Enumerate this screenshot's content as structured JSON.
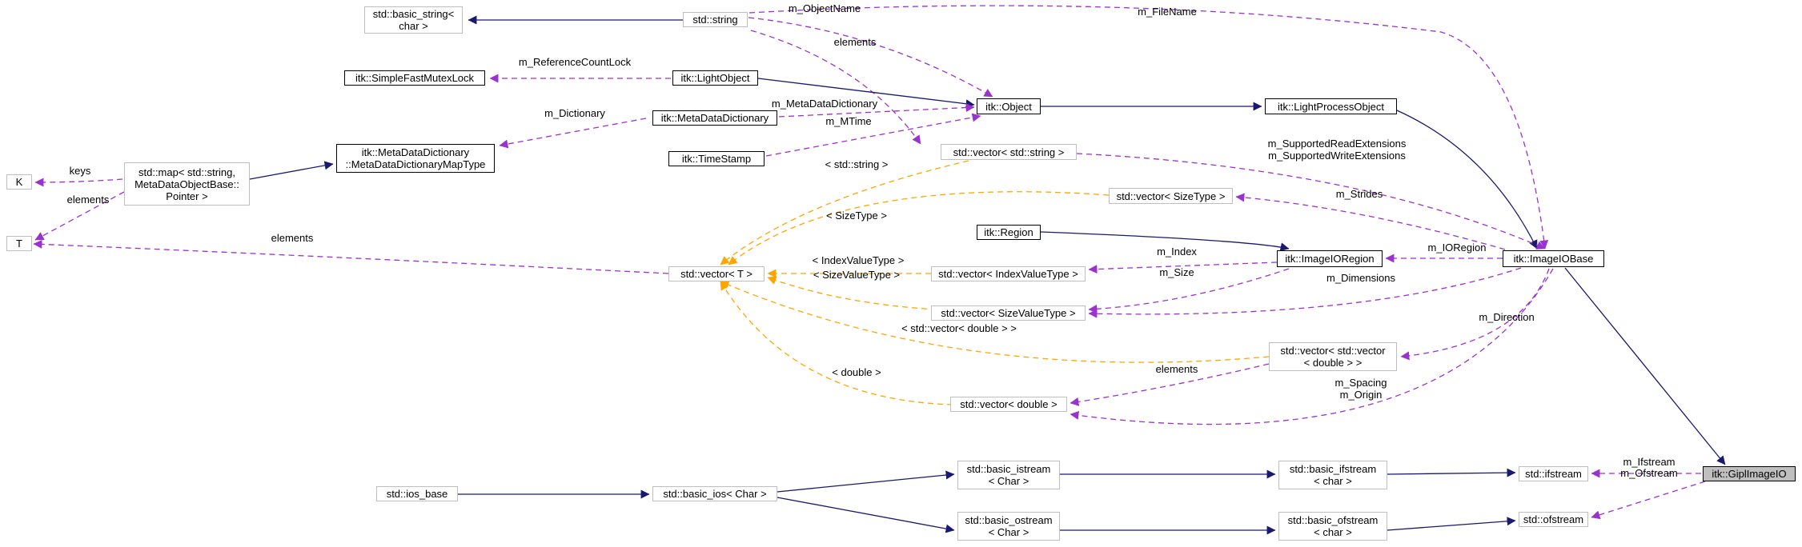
{
  "colors": {
    "inheritance": "#191970",
    "usage": "#9a32cd",
    "template": "#ffa500",
    "documented_border": "#000000",
    "undocumented_border": "#bfbfbf",
    "focus_fill": "#bfbfbf"
  },
  "nodes": [
    {
      "id": "basic_string_char",
      "lines": [
        "std::basic_string<",
        "char >"
      ],
      "style": "undocumented"
    },
    {
      "id": "std_string",
      "lines": [
        "std::string"
      ],
      "style": "undocumented"
    },
    {
      "id": "simple_fast_mutex_lock",
      "lines": [
        "itk::SimpleFastMutexLock"
      ],
      "style": "documented"
    },
    {
      "id": "light_object",
      "lines": [
        "itk::LightObject"
      ],
      "style": "documented"
    },
    {
      "id": "mdd_map_type",
      "lines": [
        "itk::MetaDataDictionary",
        "::MetaDataDictionaryMapType"
      ],
      "style": "documented"
    },
    {
      "id": "meta_data_dictionary",
      "lines": [
        "itk::MetaDataDictionary"
      ],
      "style": "documented"
    },
    {
      "id": "object",
      "lines": [
        "itk::Object"
      ],
      "style": "documented"
    },
    {
      "id": "light_process_object",
      "lines": [
        "itk::LightProcessObject"
      ],
      "style": "documented"
    },
    {
      "id": "K",
      "lines": [
        "K"
      ],
      "style": "undocumented"
    },
    {
      "id": "std_map",
      "lines": [
        "std::map< std::string,",
        "MetaDataObjectBase::",
        "Pointer >"
      ],
      "style": "undocumented"
    },
    {
      "id": "time_stamp",
      "lines": [
        "itk::TimeStamp"
      ],
      "style": "documented"
    },
    {
      "id": "vector_string",
      "lines": [
        "std::vector< std::string >"
      ],
      "style": "undocumented"
    },
    {
      "id": "vector_sizetype",
      "lines": [
        "std::vector< SizeType >"
      ],
      "style": "undocumented"
    },
    {
      "id": "T",
      "lines": [
        "T"
      ],
      "style": "undocumented"
    },
    {
      "id": "region",
      "lines": [
        "itk::Region"
      ],
      "style": "documented"
    },
    {
      "id": "vector_T",
      "lines": [
        "std::vector< T >"
      ],
      "style": "undocumented"
    },
    {
      "id": "vector_indexvaluetype",
      "lines": [
        "std::vector< IndexValueType >"
      ],
      "style": "undocumented"
    },
    {
      "id": "image_io_region",
      "lines": [
        "itk::ImageIORegion"
      ],
      "style": "documented"
    },
    {
      "id": "image_io_base",
      "lines": [
        "itk::ImageIOBase"
      ],
      "style": "documented"
    },
    {
      "id": "vector_sizevaluetype",
      "lines": [
        "std::vector< SizeValueType >"
      ],
      "style": "undocumented"
    },
    {
      "id": "vector_vector_double",
      "lines": [
        "std::vector< std::vector",
        "< double > >"
      ],
      "style": "undocumented"
    },
    {
      "id": "vector_double",
      "lines": [
        "std::vector< double >"
      ],
      "style": "undocumented"
    },
    {
      "id": "ios_base",
      "lines": [
        "std::ios_base"
      ],
      "style": "undocumented"
    },
    {
      "id": "basic_ios_char",
      "lines": [
        "std::basic_ios< Char >"
      ],
      "style": "undocumented"
    },
    {
      "id": "basic_istream_char",
      "lines": [
        "std::basic_istream",
        "< Char >"
      ],
      "style": "undocumented"
    },
    {
      "id": "basic_ifstream_char",
      "lines": [
        "std::basic_ifstream",
        "< char >"
      ],
      "style": "undocumented"
    },
    {
      "id": "ifstream",
      "lines": [
        "std::ifstream"
      ],
      "style": "undocumented"
    },
    {
      "id": "gipl_image_io",
      "lines": [
        "itk::GiplImageIO"
      ],
      "style": "focus"
    },
    {
      "id": "basic_ostream_char",
      "lines": [
        "std::basic_ostream",
        "< Char >"
      ],
      "style": "undocumented"
    },
    {
      "id": "basic_ofstream_char",
      "lines": [
        "std::basic_ofstream",
        "< char >"
      ],
      "style": "undocumented"
    },
    {
      "id": "ofstream",
      "lines": [
        "std::ofstream"
      ],
      "style": "undocumented"
    }
  ],
  "edges": [
    {
      "from": "basic_string_char",
      "to": "std_string",
      "kind": "inheritance",
      "label": []
    },
    {
      "from": "std_string",
      "to": "object",
      "kind": "usage",
      "label": [
        "m_ObjectName"
      ]
    },
    {
      "from": "std_string",
      "to": "image_io_base",
      "kind": "usage",
      "label": [
        "m_FileName"
      ]
    },
    {
      "from": "std_string",
      "to": "vector_string",
      "kind": "usage",
      "label": [
        "elements"
      ]
    },
    {
      "from": "simple_fast_mutex_lock",
      "to": "light_object",
      "kind": "usage",
      "label": [
        "m_ReferenceCountLock"
      ]
    },
    {
      "from": "light_object",
      "to": "object",
      "kind": "inheritance",
      "label": []
    },
    {
      "from": "mdd_map_type",
      "to": "meta_data_dictionary",
      "kind": "usage",
      "label": [
        "m_Dictionary"
      ]
    },
    {
      "from": "std_map",
      "to": "mdd_map_type",
      "kind": "inheritance",
      "label": []
    },
    {
      "from": "meta_data_dictionary",
      "to": "object",
      "kind": "usage",
      "label": [
        "m_MetaDataDictionary"
      ]
    },
    {
      "from": "time_stamp",
      "to": "object",
      "kind": "usage",
      "label": [
        "m_MTime"
      ]
    },
    {
      "from": "object",
      "to": "light_process_object",
      "kind": "inheritance",
      "label": []
    },
    {
      "from": "light_process_object",
      "to": "image_io_base",
      "kind": "inheritance",
      "label": []
    },
    {
      "from": "K",
      "to": "std_map",
      "kind": "usage",
      "label": [
        "keys"
      ]
    },
    {
      "from": "T",
      "to": "std_map",
      "kind": "usage",
      "label": [
        "elements"
      ]
    },
    {
      "from": "T",
      "to": "vector_T",
      "kind": "usage",
      "label": [
        "elements"
      ]
    },
    {
      "from": "vector_T",
      "to": "vector_string",
      "kind": "template",
      "label": [
        "< std::string >"
      ]
    },
    {
      "from": "vector_T",
      "to": "vector_sizetype",
      "kind": "template",
      "label": [
        "< SizeType >"
      ]
    },
    {
      "from": "vector_T",
      "to": "vector_indexvaluetype",
      "kind": "template",
      "label": [
        "< IndexValueType >"
      ]
    },
    {
      "from": "vector_T",
      "to": "vector_sizevaluetype",
      "kind": "template",
      "label": [
        "< SizeValueType >"
      ]
    },
    {
      "from": "vector_T",
      "to": "vector_vector_double",
      "kind": "template",
      "label": [
        "< std::vector< double > >"
      ]
    },
    {
      "from": "vector_T",
      "to": "vector_double",
      "kind": "template",
      "label": [
        "< double >"
      ]
    },
    {
      "from": "vector_string",
      "to": "image_io_base",
      "kind": "usage",
      "label": [
        "m_SupportedReadExtensions",
        "m_SupportedWriteExtensions"
      ]
    },
    {
      "from": "vector_sizetype",
      "to": "image_io_base",
      "kind": "usage",
      "label": [
        "m_Strides"
      ]
    },
    {
      "from": "region",
      "to": "image_io_region",
      "kind": "inheritance",
      "label": []
    },
    {
      "from": "vector_indexvaluetype",
      "to": "image_io_region",
      "kind": "usage",
      "label": [
        "m_Index"
      ]
    },
    {
      "from": "vector_sizevaluetype",
      "to": "image_io_region",
      "kind": "usage",
      "label": [
        "m_Size"
      ]
    },
    {
      "from": "image_io_region",
      "to": "image_io_base",
      "kind": "usage",
      "label": [
        "m_IORegion"
      ]
    },
    {
      "from": "vector_sizevaluetype",
      "to": "image_io_base",
      "kind": "usage",
      "label": [
        "m_Dimensions"
      ]
    },
    {
      "from": "vector_vector_double",
      "to": "image_io_base",
      "kind": "usage",
      "label": [
        "m_Direction"
      ]
    },
    {
      "from": "vector_double",
      "to": "vector_vector_double",
      "kind": "usage",
      "label": [
        "elements"
      ]
    },
    {
      "from": "vector_double",
      "to": "image_io_base",
      "kind": "usage",
      "label": [
        "m_Spacing",
        "m_Origin"
      ]
    },
    {
      "from": "image_io_base",
      "to": "gipl_image_io",
      "kind": "inheritance",
      "label": []
    },
    {
      "from": "ios_base",
      "to": "basic_ios_char",
      "kind": "inheritance",
      "label": []
    },
    {
      "from": "basic_ios_char",
      "to": "basic_istream_char",
      "kind": "inheritance",
      "label": []
    },
    {
      "from": "basic_ios_char",
      "to": "basic_ostream_char",
      "kind": "inheritance",
      "label": []
    },
    {
      "from": "basic_istream_char",
      "to": "basic_ifstream_char",
      "kind": "inheritance",
      "label": []
    },
    {
      "from": "basic_ifstream_char",
      "to": "ifstream",
      "kind": "inheritance",
      "label": []
    },
    {
      "from": "basic_ostream_char",
      "to": "basic_ofstream_char",
      "kind": "inheritance",
      "label": []
    },
    {
      "from": "basic_ofstream_char",
      "to": "ofstream",
      "kind": "inheritance",
      "label": []
    },
    {
      "from": "ifstream",
      "to": "gipl_image_io",
      "kind": "usage",
      "label": [
        "m_Ifstream"
      ]
    },
    {
      "from": "ofstream",
      "to": "gipl_image_io",
      "kind": "usage",
      "label": [
        "m_Ofstream"
      ]
    }
  ]
}
